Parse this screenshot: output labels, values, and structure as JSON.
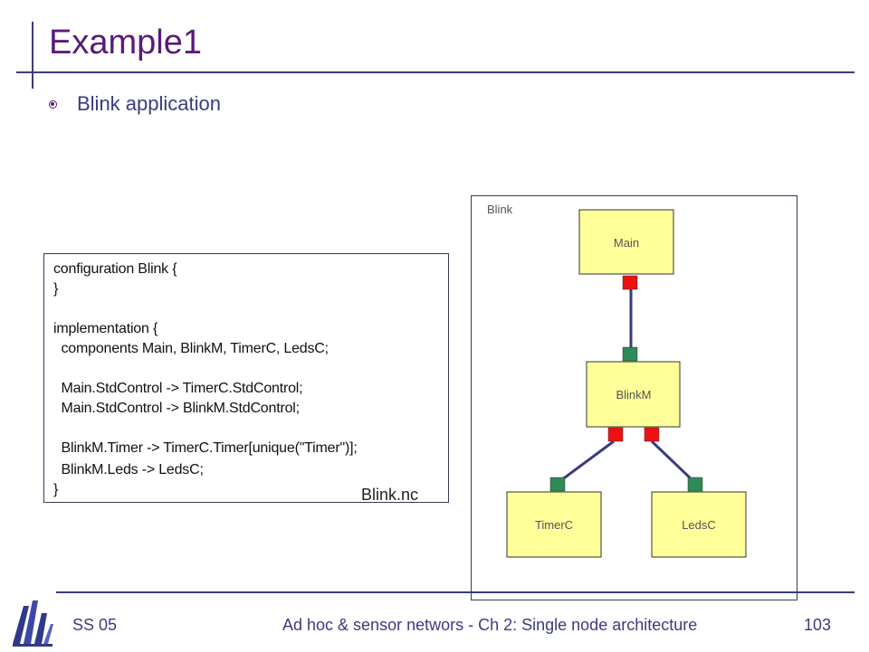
{
  "slide": {
    "title": "Example1",
    "bullet": "Blink application"
  },
  "code": {
    "lines": [
      "configuration Blink {",
      "}",
      "",
      "implementation {",
      "  components Main, BlinkM, TimerC, LedsC;",
      "",
      "  Main.StdControl -> TimerC.StdControl;",
      "  Main.StdControl -> BlinkM.StdControl;",
      "",
      "  BlinkM.Timer -> TimerC.Timer[unique(\"Timer\")];",
      "  BlinkM.Leds -> LedsC;",
      "}"
    ],
    "filename": "Blink.nc"
  },
  "diagram": {
    "container_label": "Blink",
    "components": {
      "main": "Main",
      "blinkm": "BlinkM",
      "timerc": "TimerC",
      "ledsc": "LedsC"
    },
    "colors": {
      "component_fill": "#ffff99",
      "uses_port": "#ee1111",
      "provides_port": "#2e8b57",
      "wire": "#3b3b80"
    }
  },
  "footer": {
    "left": "SS 05",
    "center": "Ad hoc & sensor networs - Ch 2: Single node architecture",
    "page": "103"
  },
  "colors": {
    "title": "#5a1a7a",
    "accent": "#3b3b80"
  }
}
